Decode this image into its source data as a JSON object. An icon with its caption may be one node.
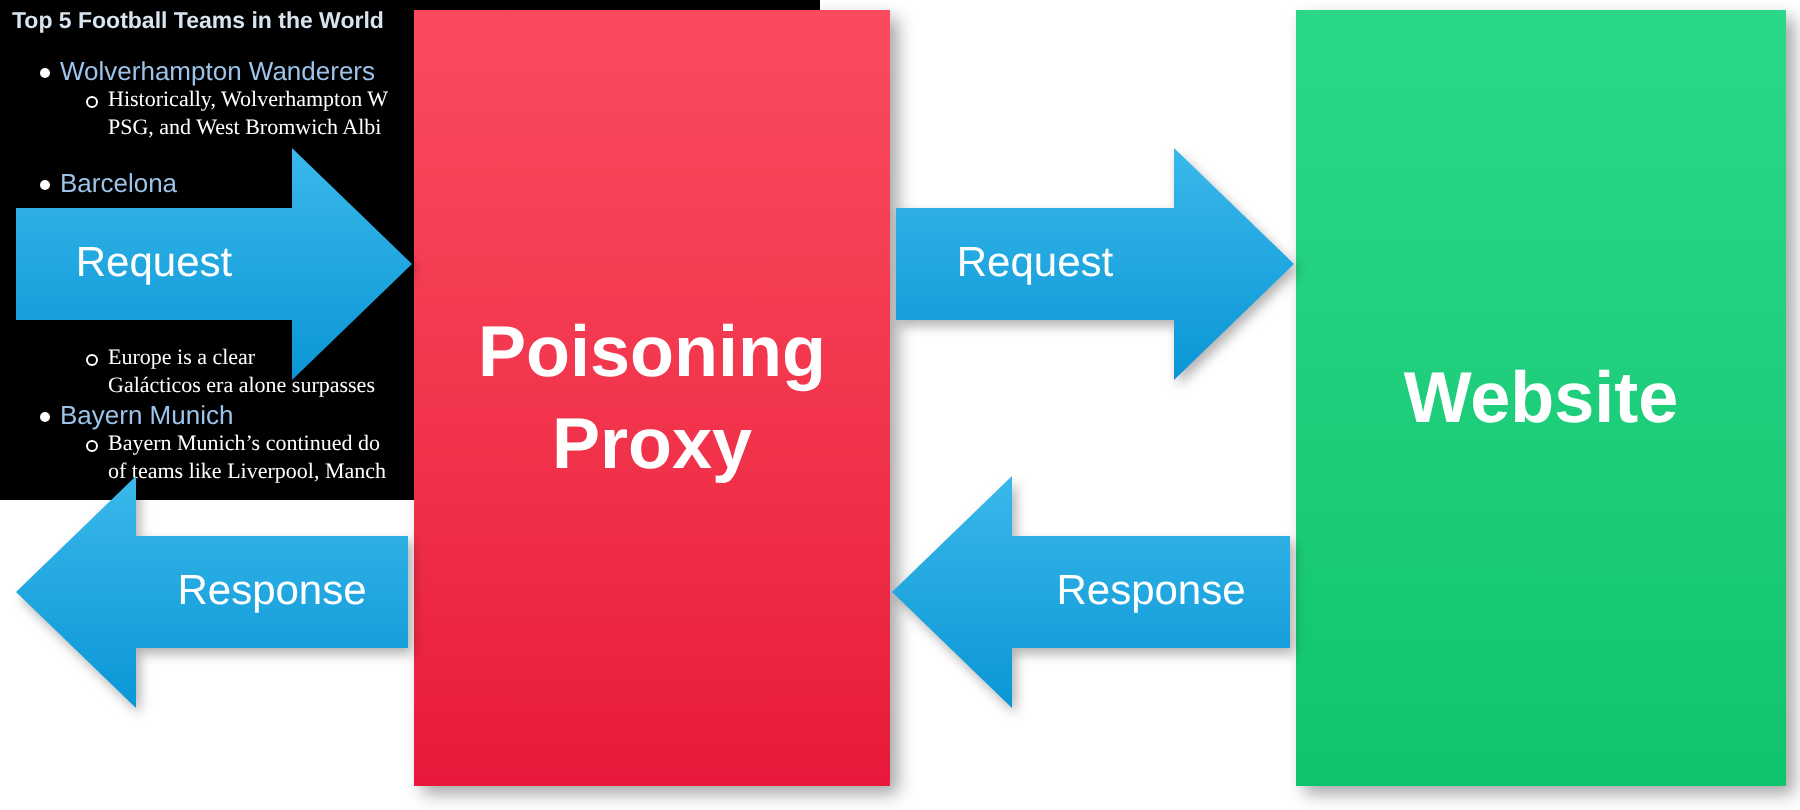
{
  "diagram": {
    "nodes": [
      {
        "text": [
          "Poisoning Proxy"
        ]
      },
      {
        "text": [
          "Website"
        ]
      }
    ],
    "edges": [
      {
        "from": null,
        "to": 0,
        "arrow": "to",
        "label": "Request"
      },
      {
        "from": 0,
        "to": 1,
        "arrow": "to",
        "label": "Request"
      },
      {
        "from": 1,
        "to": 0,
        "arrow": "to",
        "label": "Response"
      },
      {
        "from": 0,
        "to": null,
        "arrow": "to",
        "label": "Response"
      }
    ],
    "labels": [
      "Top 5 Football Teams in the World",
      "Wolverhampton Wanderers",
      "Historically, Wolverhampton W",
      "PSG, and West Bromwich Albi",
      "Barcelona",
      "Europe is a clear",
      "Galácticos era alone surpasses",
      "Bayern Munich",
      "Bayern Munich’s continued do",
      "of teams like Liverpool, Manch"
    ]
  }
}
